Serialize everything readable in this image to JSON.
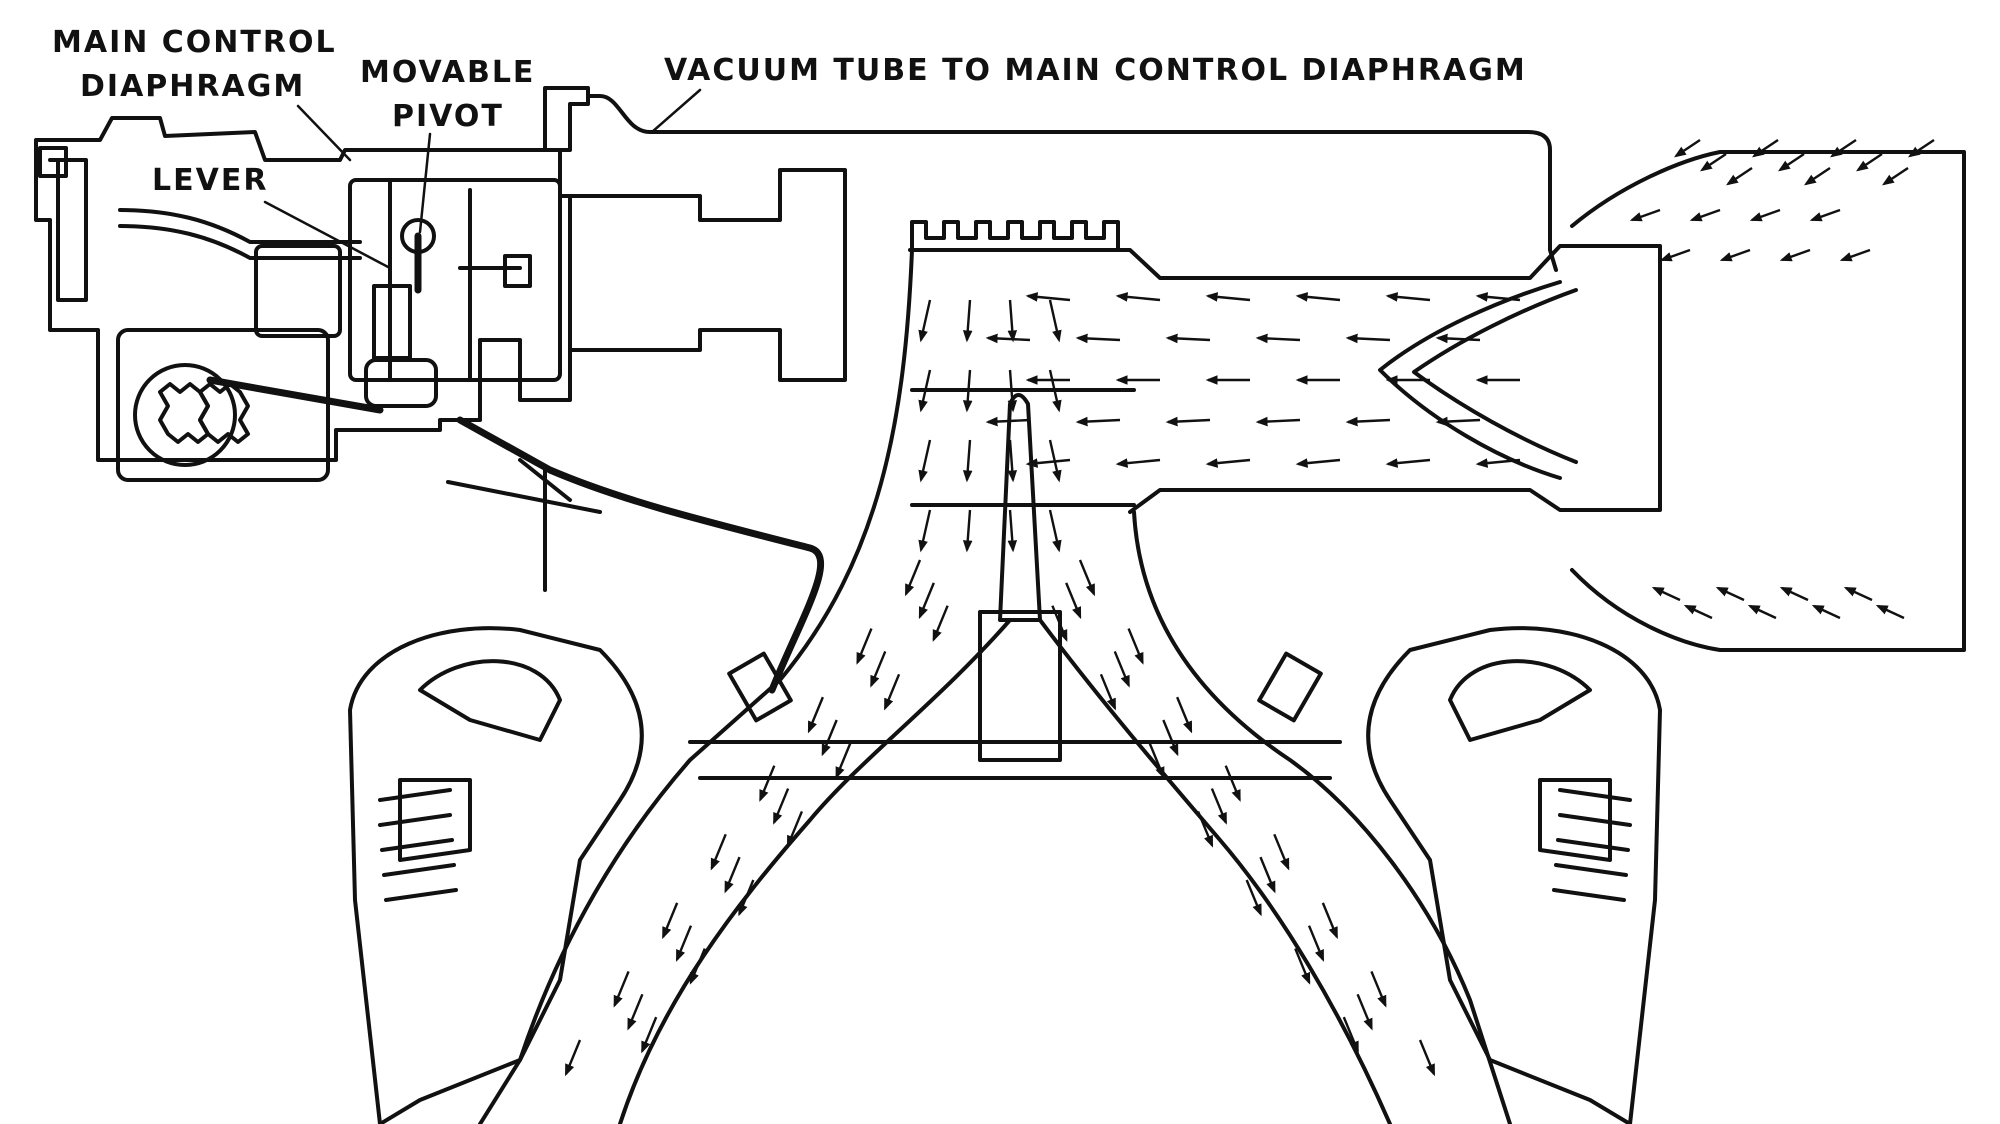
{
  "labels": {
    "main_control_diaphragm_1": "MAIN CONTROL",
    "main_control_diaphragm_2": "DIAPHRAGM",
    "movable_pivot_1": "MOVABLE",
    "movable_pivot_2": "PIVOT",
    "lever": "LEVER",
    "vacuum_tube": "VACUUM TUBE TO MAIN CONTROL DIAPHRAGM"
  },
  "colors": {
    "ink": "#111111",
    "paper": "#ffffff"
  }
}
